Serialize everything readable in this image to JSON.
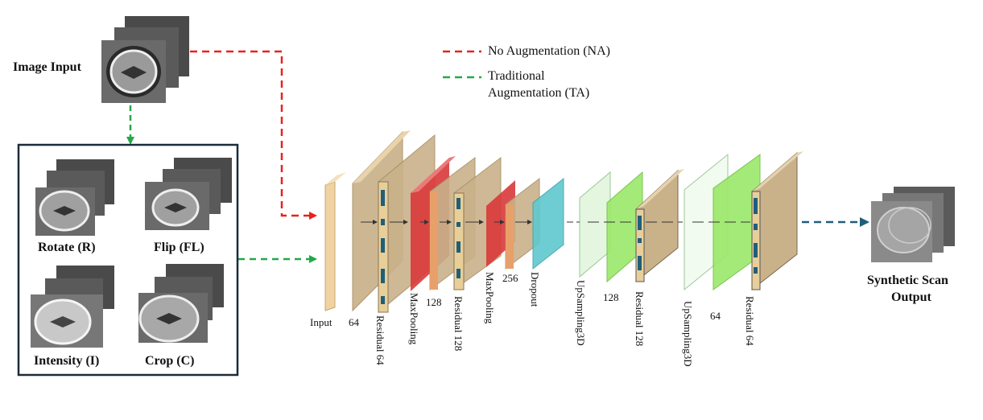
{
  "input": {
    "label": "Image Input"
  },
  "legend": {
    "na": {
      "label": "No Augmentation (NA)",
      "color": "#e8221e"
    },
    "ta": {
      "line1": "Traditional",
      "line2": "Augmentation (TA)",
      "color": "#22a84a"
    }
  },
  "augmentations": [
    {
      "label": "Rotate (R)"
    },
    {
      "label": "Flip (FL)"
    },
    {
      "label": "Intensity (I)"
    },
    {
      "label": "Crop (C)"
    }
  ],
  "layers": {
    "input": "Input",
    "n64a": "64",
    "residual64a": "Residual 64",
    "maxpool1": "MaxPooling",
    "n128a": "128",
    "residual128a": "Residual 128",
    "maxpool2": "MaxPooling",
    "n256": "256",
    "dropout": "Dropout",
    "upsampling1": "UpSampling3D",
    "n128b": "128",
    "residual128b": "Residual 128",
    "upsampling2": "UpSampling3D",
    "n64b": "64",
    "residual64b": "Residual 64"
  },
  "output": {
    "line1": "Synthetic Scan",
    "line2": "Output",
    "arrow_color": "#1f5f7a"
  },
  "colors": {
    "tan": "#d8c09a",
    "red": "#d9393a",
    "teal": "#5fc8cf",
    "green": "#9be86a",
    "pale_green": "#e4f6df",
    "dark_teal": "#1f5f7a"
  }
}
